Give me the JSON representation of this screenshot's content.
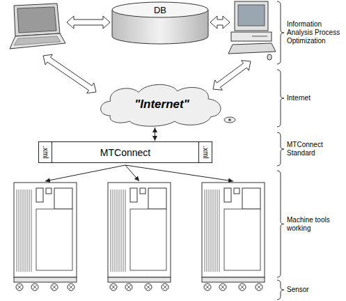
{
  "diagram": {
    "nodes": [
      {
        "text": [
          "DB"
        ]
      },
      {
        "text": [
          "\"Internet\""
        ]
      },
      {
        "text": [
          ".xml",
          "MTConnect",
          ".xml"
        ]
      }
    ],
    "edges": [
      {
        "from": 1,
        "to": 2,
        "arrow": "both"
      }
    ],
    "labels": [
      "Information Analysis Process Optimization",
      "Internet",
      "MTConnect Standard",
      "Machine tools working",
      "Sensor"
    ]
  }
}
